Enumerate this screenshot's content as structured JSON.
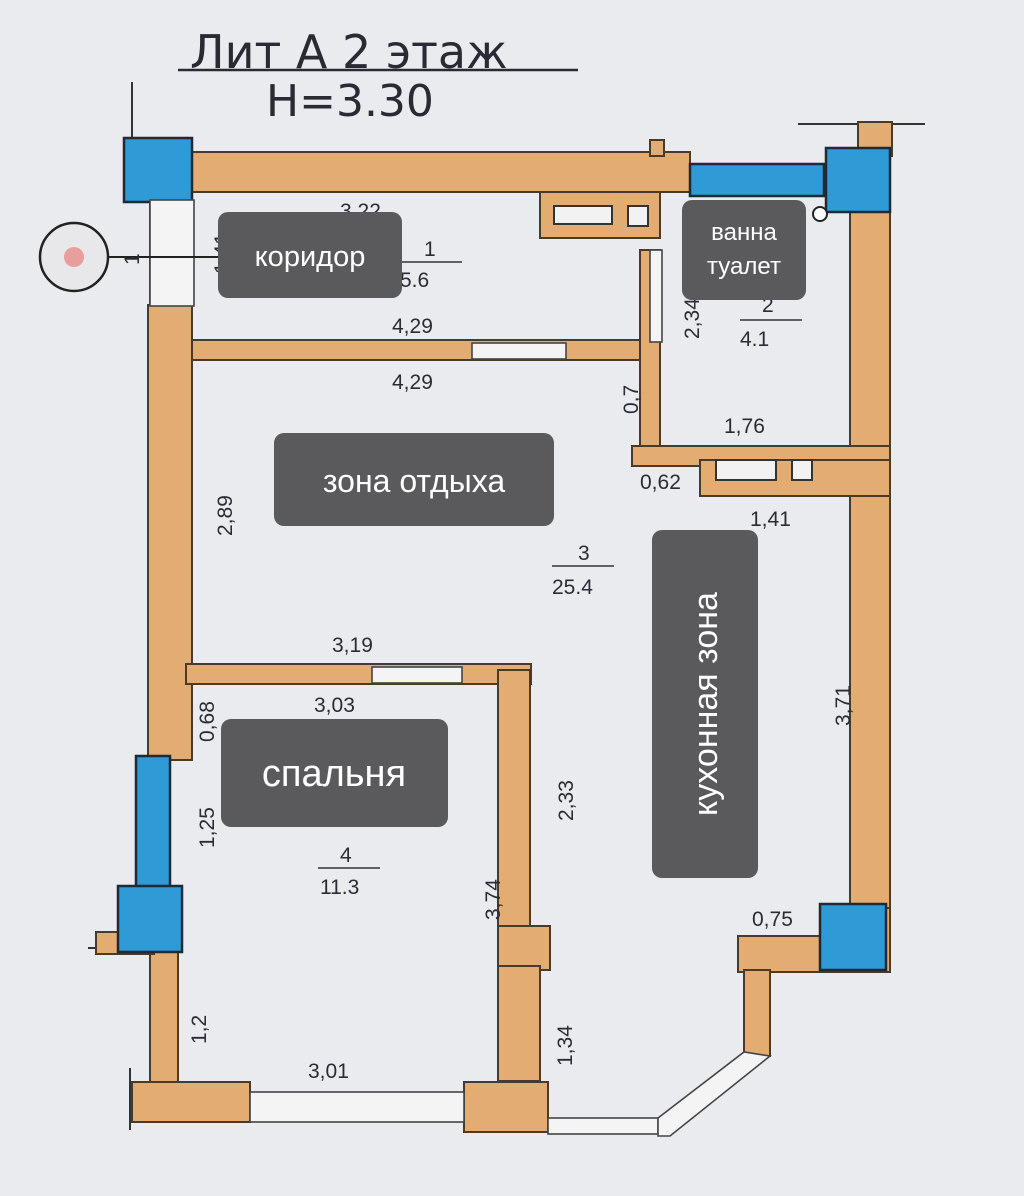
{
  "title": {
    "line1": "Лит А 2 этаж",
    "line2": "H=3.30"
  },
  "markers": {
    "axis_label": "1"
  },
  "rooms": {
    "corridor": {
      "label": "коридор",
      "number": "1",
      "area": "5.6"
    },
    "bathroom": {
      "label_line1": "ванна",
      "label_line2": "туалет",
      "number": "2",
      "area": "4.1"
    },
    "living": {
      "label": "зона отдыха",
      "number": "3",
      "area": "25.4"
    },
    "kitchen": {
      "label": "кухонная зона"
    },
    "bedroom": {
      "label": "спальня",
      "number": "4",
      "area": "11.3"
    }
  },
  "dimensions": {
    "corridor_top": "3,22",
    "corridor_left": "1,41",
    "corridor_bottom": "4,29",
    "living_top": "4,29",
    "bath_left": "2,34",
    "bath_bottom": "1,76",
    "niche_vertical": "0,7",
    "niche_horizontal": "0,62",
    "kitchen_top": "1,41",
    "living_left": "2,89",
    "bedroom_top_outer": "3,19",
    "bedroom_top_inner": "3,03",
    "bedroom_left_upper": "0,68",
    "bedroom_left_window": "1,25",
    "bedroom_right": "3,74",
    "kitchen_right": "3,71",
    "partition_right": "2,33",
    "bedroom_left_lower": "1,2",
    "bedroom_bottom": "3,01",
    "bay_left": "1,34",
    "bay_top": "0,75"
  },
  "colors": {
    "wall": "#e2ac72",
    "column": "#2f9bd6",
    "label_box": "#5a5a5c",
    "background": "#e9ebee"
  }
}
